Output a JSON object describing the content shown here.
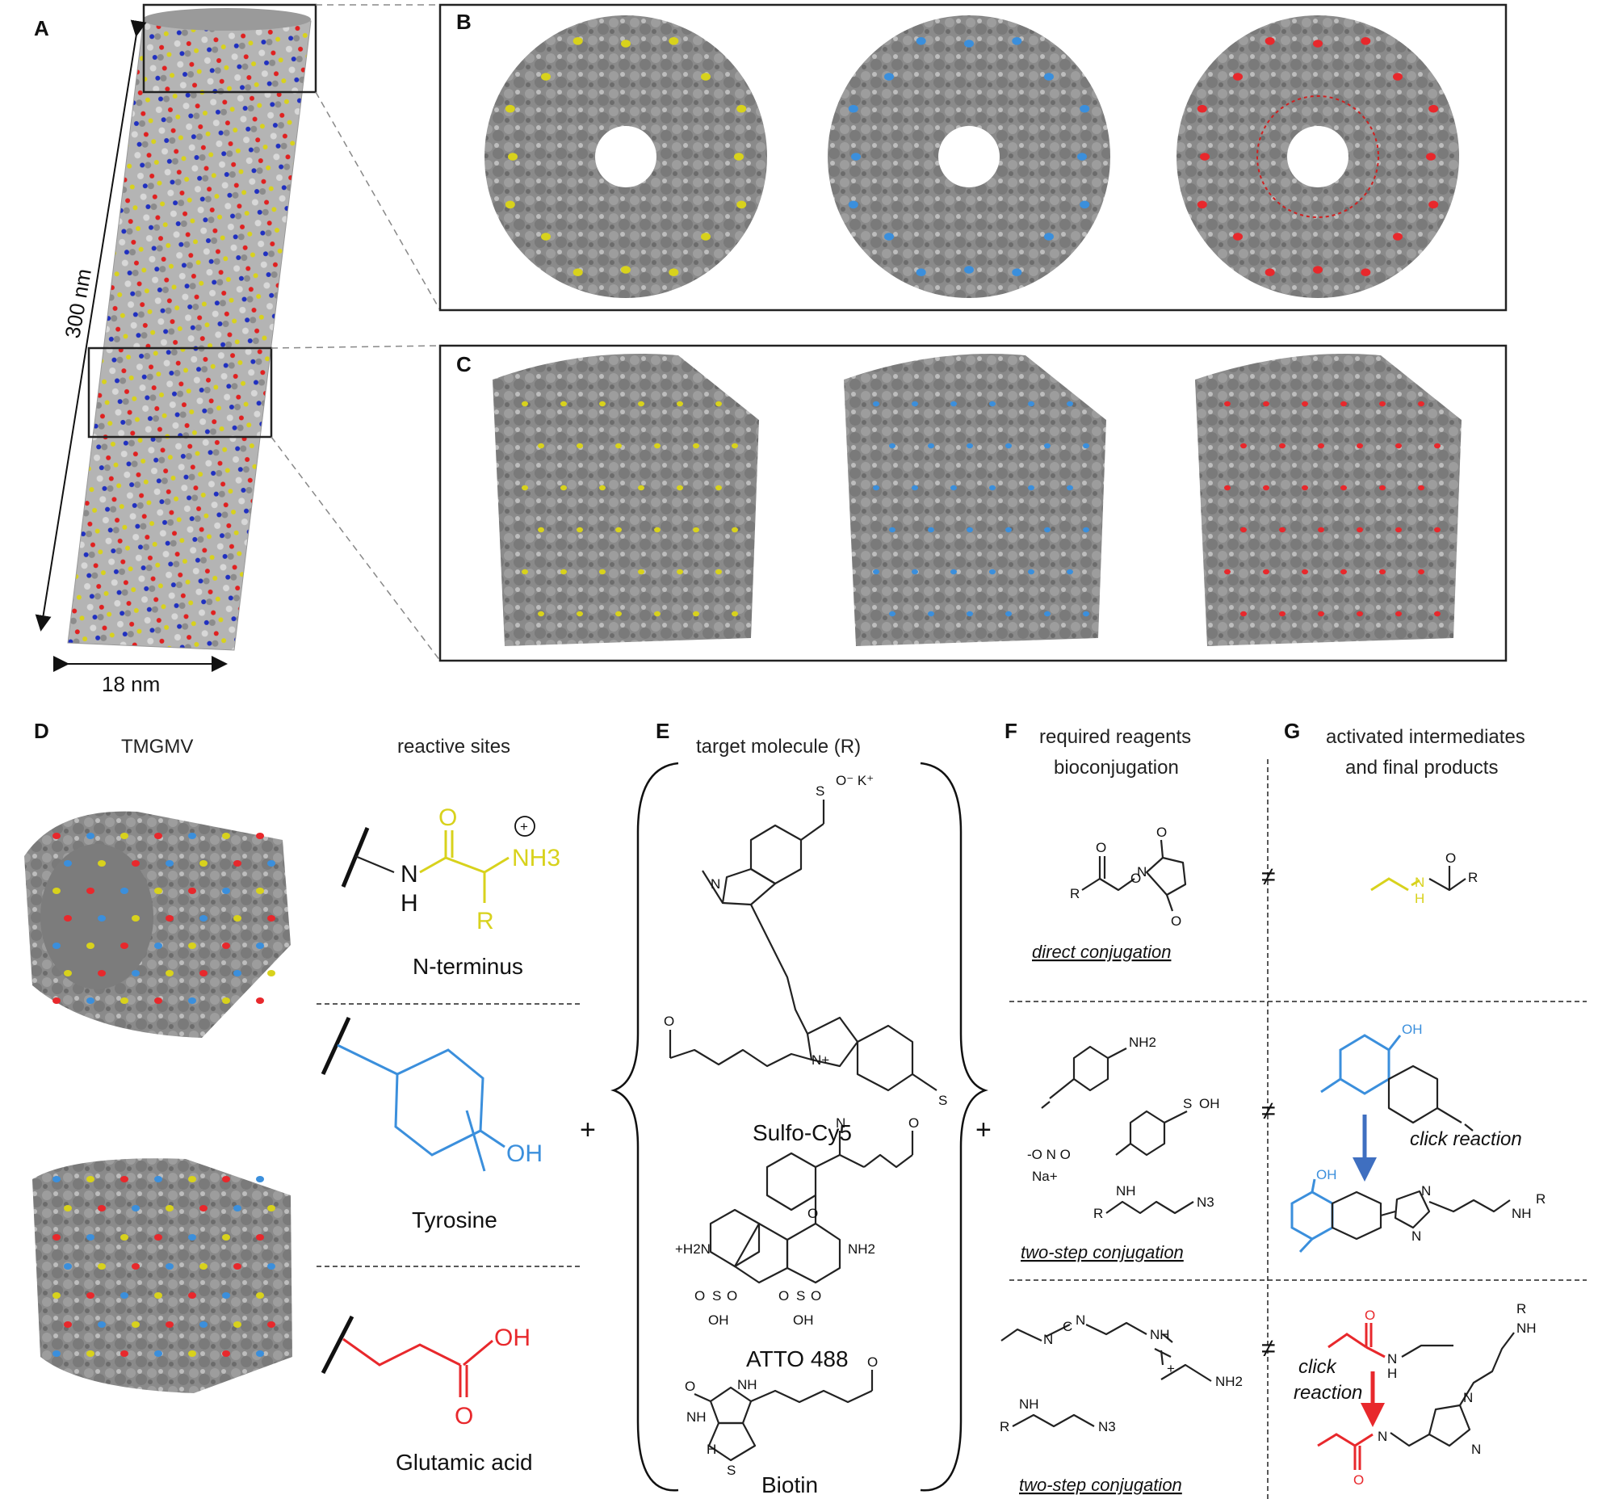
{
  "panels": {
    "A": "A",
    "B": "B",
    "C": "C",
    "D": "D",
    "E": "E",
    "F": "F",
    "G": "G"
  },
  "dimensions": {
    "length": "300 nm",
    "width": "18 nm"
  },
  "headers": {
    "tmgmv": "TMGMV",
    "reactive_sites": "reactive sites",
    "target_molecule": "target molecule (R)",
    "reagents_line1": "required reagents",
    "reagents_line2": "bioconjugation",
    "intermediates_line1": "activated intermediates",
    "intermediates_line2": "and final products"
  },
  "reactive_sites": [
    "N-terminus",
    "Tyrosine",
    "Glutamic acid"
  ],
  "target_molecules": [
    "Sulfo-Cy5",
    "ATTO 488",
    "Biotin"
  ],
  "methods": [
    "direct conjugation",
    "two-step conjugation",
    "two-step conjugation"
  ],
  "reaction_label": "click reaction",
  "reaction_label_split": [
    "click",
    "reaction"
  ],
  "operators": {
    "plus": "+",
    "equiv": "≠"
  },
  "atoms": {
    "NH3": "NH3",
    "N": "N",
    "H": "H",
    "O": "O",
    "R": "R",
    "OH": "OH",
    "SO3K": "S",
    "Kplus": "O⁻ K⁺",
    "Nplus": "N+",
    "NH2": "NH2",
    "N3": "N3",
    "Na": "Na+",
    "nitrite": "-O  N  O",
    "S": "S",
    "NH": "NH",
    "C": "C",
    "H2N": "+H2N",
    "OHs": "OH"
  },
  "colors": {
    "nterminus": "#d8d21c",
    "tyrosine": "#3b8fdc",
    "glutamic": "#e8282c",
    "protein": "#8c8c8c",
    "arrow_blue": "#3f6fc0",
    "arrow_red": "#e8282c"
  }
}
